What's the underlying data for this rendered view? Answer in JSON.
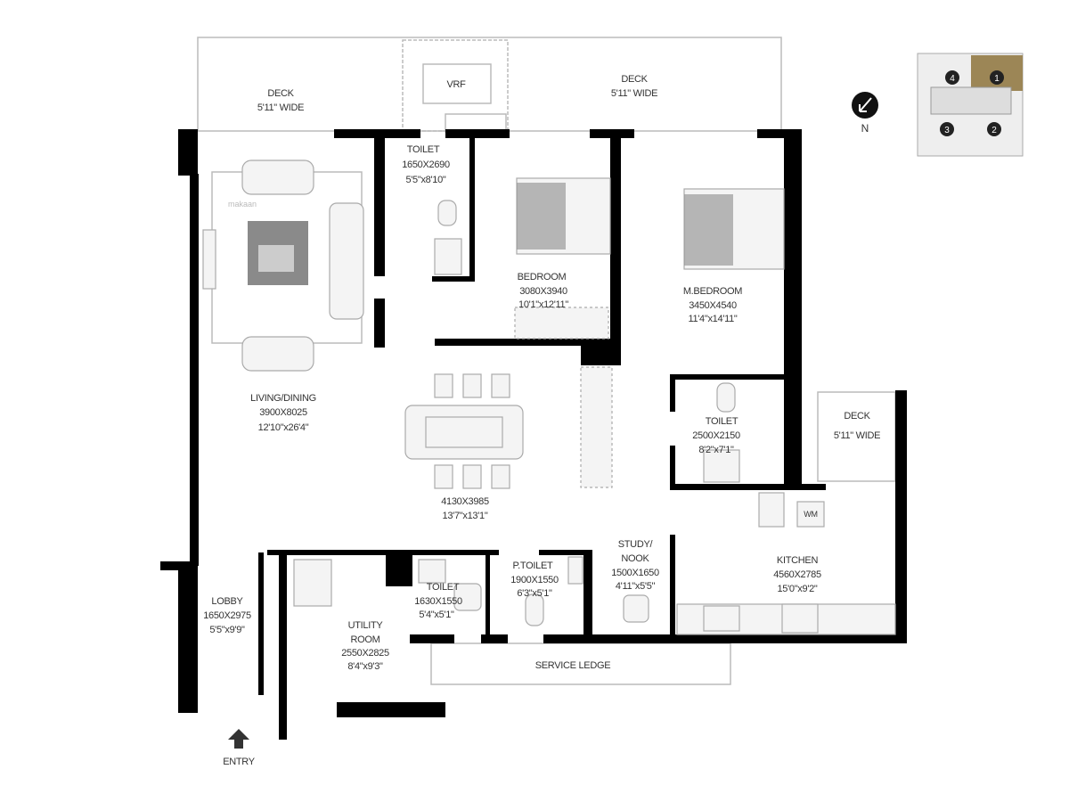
{
  "rooms": {
    "deck_left": {
      "name": "DECK",
      "size": "5'11\" WIDE"
    },
    "vrf": {
      "name": "VRF"
    },
    "deck_right": {
      "name": "DECK",
      "size": "5'11\" WIDE"
    },
    "toilet_1": {
      "name": "TOILET",
      "mm": "1650X2690",
      "ft": "5'5\"x8'10\""
    },
    "bedroom": {
      "name": "BEDROOM",
      "mm": "3080X3940",
      "ft": "10'1\"x12'11\""
    },
    "master_bedroom": {
      "name": "M.BEDROOM",
      "mm": "3450X4540",
      "ft": "11'4\"x14'11\""
    },
    "living_dining": {
      "name": "LIVING/DINING",
      "mm": "3900X8025",
      "ft": "12'10\"x26'4\""
    },
    "dining": {
      "mm": "4130X3985",
      "ft": "13'7\"x13'1\""
    },
    "toilet_2": {
      "name": "TOILET",
      "mm": "2500X2150",
      "ft": "8'2\"x7'1\""
    },
    "deck_kitchen": {
      "name": "DECK",
      "size": "5'11\" WIDE"
    },
    "wm": {
      "name": "WM"
    },
    "kitchen": {
      "name": "KITCHEN",
      "mm": "4560X2785",
      "ft": "15'0\"x9'2\""
    },
    "study": {
      "name": "STUDY/",
      "name2": "NOOK",
      "mm": "1500X1650",
      "ft": "4'11\"x5'5\""
    },
    "p_toilet": {
      "name": "P.TOILET",
      "mm": "1900X1550",
      "ft": "6'3\"x5'1\""
    },
    "toilet_3": {
      "name": "TOILET",
      "mm": "1630X1550",
      "ft": "5'4\"x5'1\""
    },
    "utility": {
      "name": "UTILITY",
      "name2": "ROOM",
      "mm": "2550X2825",
      "ft": "8'4\"x9'3\""
    },
    "lobby": {
      "name": "LOBBY",
      "mm": "1650X2975",
      "ft": "5'5\"x9'9\""
    },
    "service_ledge": {
      "name": "SERVICE LEDGE"
    }
  },
  "entry": {
    "label": "ENTRY",
    "icon": "arrow-up-icon"
  },
  "compass": {
    "label": "N",
    "icon": "north-arrow-icon"
  },
  "key_plan": {
    "units": [
      "1",
      "2",
      "3",
      "4"
    ],
    "highlighted": "1",
    "highlight_color": "#9c8656"
  },
  "rug_watermark": "makaan"
}
